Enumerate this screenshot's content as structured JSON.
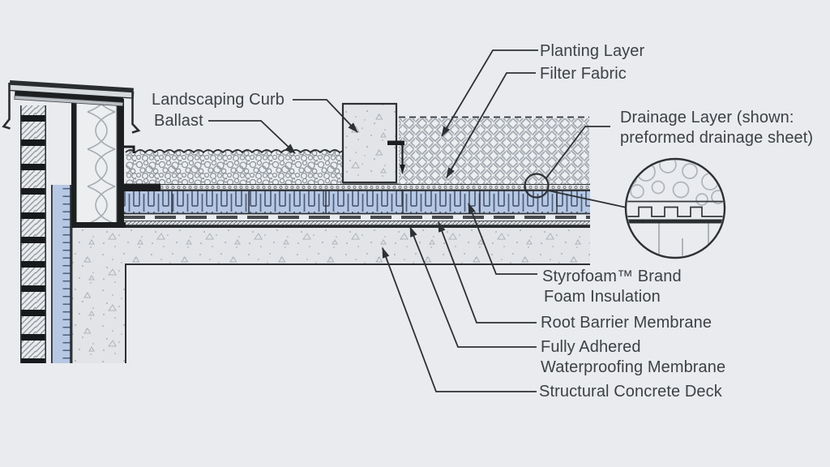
{
  "diagram": {
    "description": "Protected membrane green roof assembly - parapet section detail",
    "labels": {
      "planting_layer": "Planting Layer",
      "filter_fabric": "Filter Fabric",
      "drainage_layer_line1": "Drainage Layer (shown:",
      "drainage_layer_line2": "preformed drainage sheet)",
      "landscaping_curb": "Landscaping Curb",
      "ballast": "Ballast",
      "styrofoam_line1": "Styrofoam™ Brand",
      "styrofoam_line2": "Foam Insulation",
      "root_barrier": "Root Barrier Membrane",
      "waterproofing_line1": "Fully Adhered",
      "waterproofing_line2": "Waterproofing Membrane",
      "structural_deck": "Structural Concrete Deck"
    },
    "colors": {
      "background": "#e9ebee",
      "line": "#2e3134",
      "text": "#3d4145",
      "insulation_blue": "#b6c8e3",
      "hatch_gray": "#9aa1a8"
    }
  }
}
